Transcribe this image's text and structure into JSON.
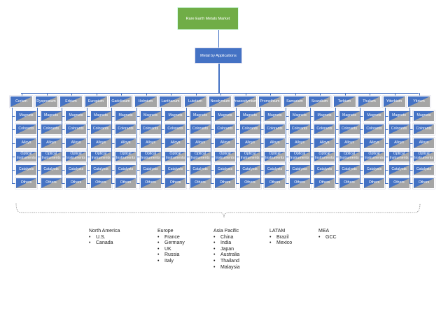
{
  "root": {
    "label": "Rare Earth Metals Market"
  },
  "segment": {
    "label": "Metal by Applications"
  },
  "metals": [
    "Cerium",
    "Dysprosium",
    "Erbium",
    "Europium",
    "Gadolinium",
    "Holmium",
    "Lanthanum",
    "Lutetium",
    "Neodymium",
    "Praseodymium",
    "Promethium",
    "Samarium",
    "Scandium",
    "Terbium",
    "Thulium",
    "Ytterbium",
    "Yttrium"
  ],
  "applications": [
    "Magnets",
    "Colorants",
    "Alloys",
    "Optical Instruments",
    "Catalysts",
    "Others"
  ],
  "regions": [
    {
      "name": "North America",
      "countries": [
        "U.S.",
        "Canada"
      ]
    },
    {
      "name": "Europe",
      "countries": [
        "France",
        "Germany",
        "UK",
        "Russia",
        "Italy"
      ]
    },
    {
      "name": "Asia Pacific",
      "countries": [
        "China",
        "India",
        "Japan",
        "Australia",
        "Thailand",
        "Malaysia"
      ]
    },
    {
      "name": "LATAM",
      "countries": [
        "Brazil",
        "Mexico"
      ]
    },
    {
      "name": "MEA",
      "countries": [
        "GCC"
      ]
    }
  ],
  "colors": {
    "root": "#70AD47",
    "primary": "#4472C4",
    "secondary": "#A5A5A5"
  }
}
